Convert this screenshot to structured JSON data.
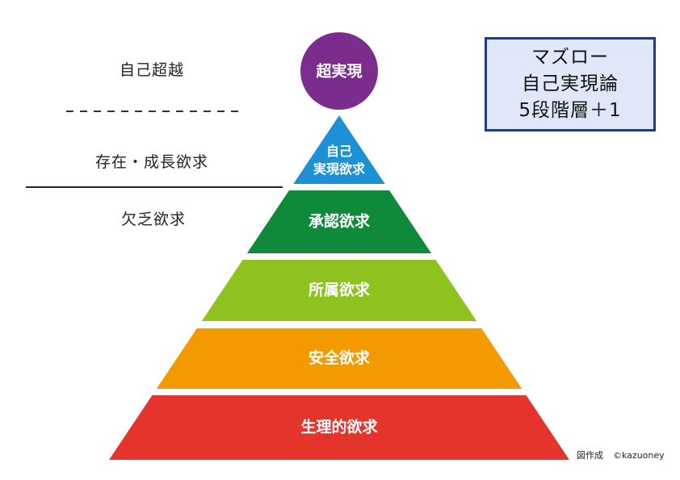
{
  "left_labels": {
    "self_transcendence": "自己超越",
    "growth_needs": "存在・成長欲求",
    "deficiency_needs": "欠乏欲求"
  },
  "title_box": {
    "lines": [
      "マズロー",
      "自己実現論",
      "5段階層＋1"
    ]
  },
  "top_circle": {
    "label": "超実現",
    "color": "#7b2d8e"
  },
  "levels": [
    {
      "lines": [
        "自己",
        "実現欲求"
      ],
      "color": "#1e90d6"
    },
    {
      "lines": [
        "承認欲求"
      ],
      "color": "#0f8a3a"
    },
    {
      "lines": [
        "所属欲求"
      ],
      "color": "#8dc21f"
    },
    {
      "lines": [
        "安全欲求"
      ],
      "color": "#f29a00"
    },
    {
      "lines": [
        "生理的欲求"
      ],
      "color": "#e5342c"
    }
  ],
  "credit": {
    "made_by": "図作成",
    "author": "©kazuoney"
  }
}
